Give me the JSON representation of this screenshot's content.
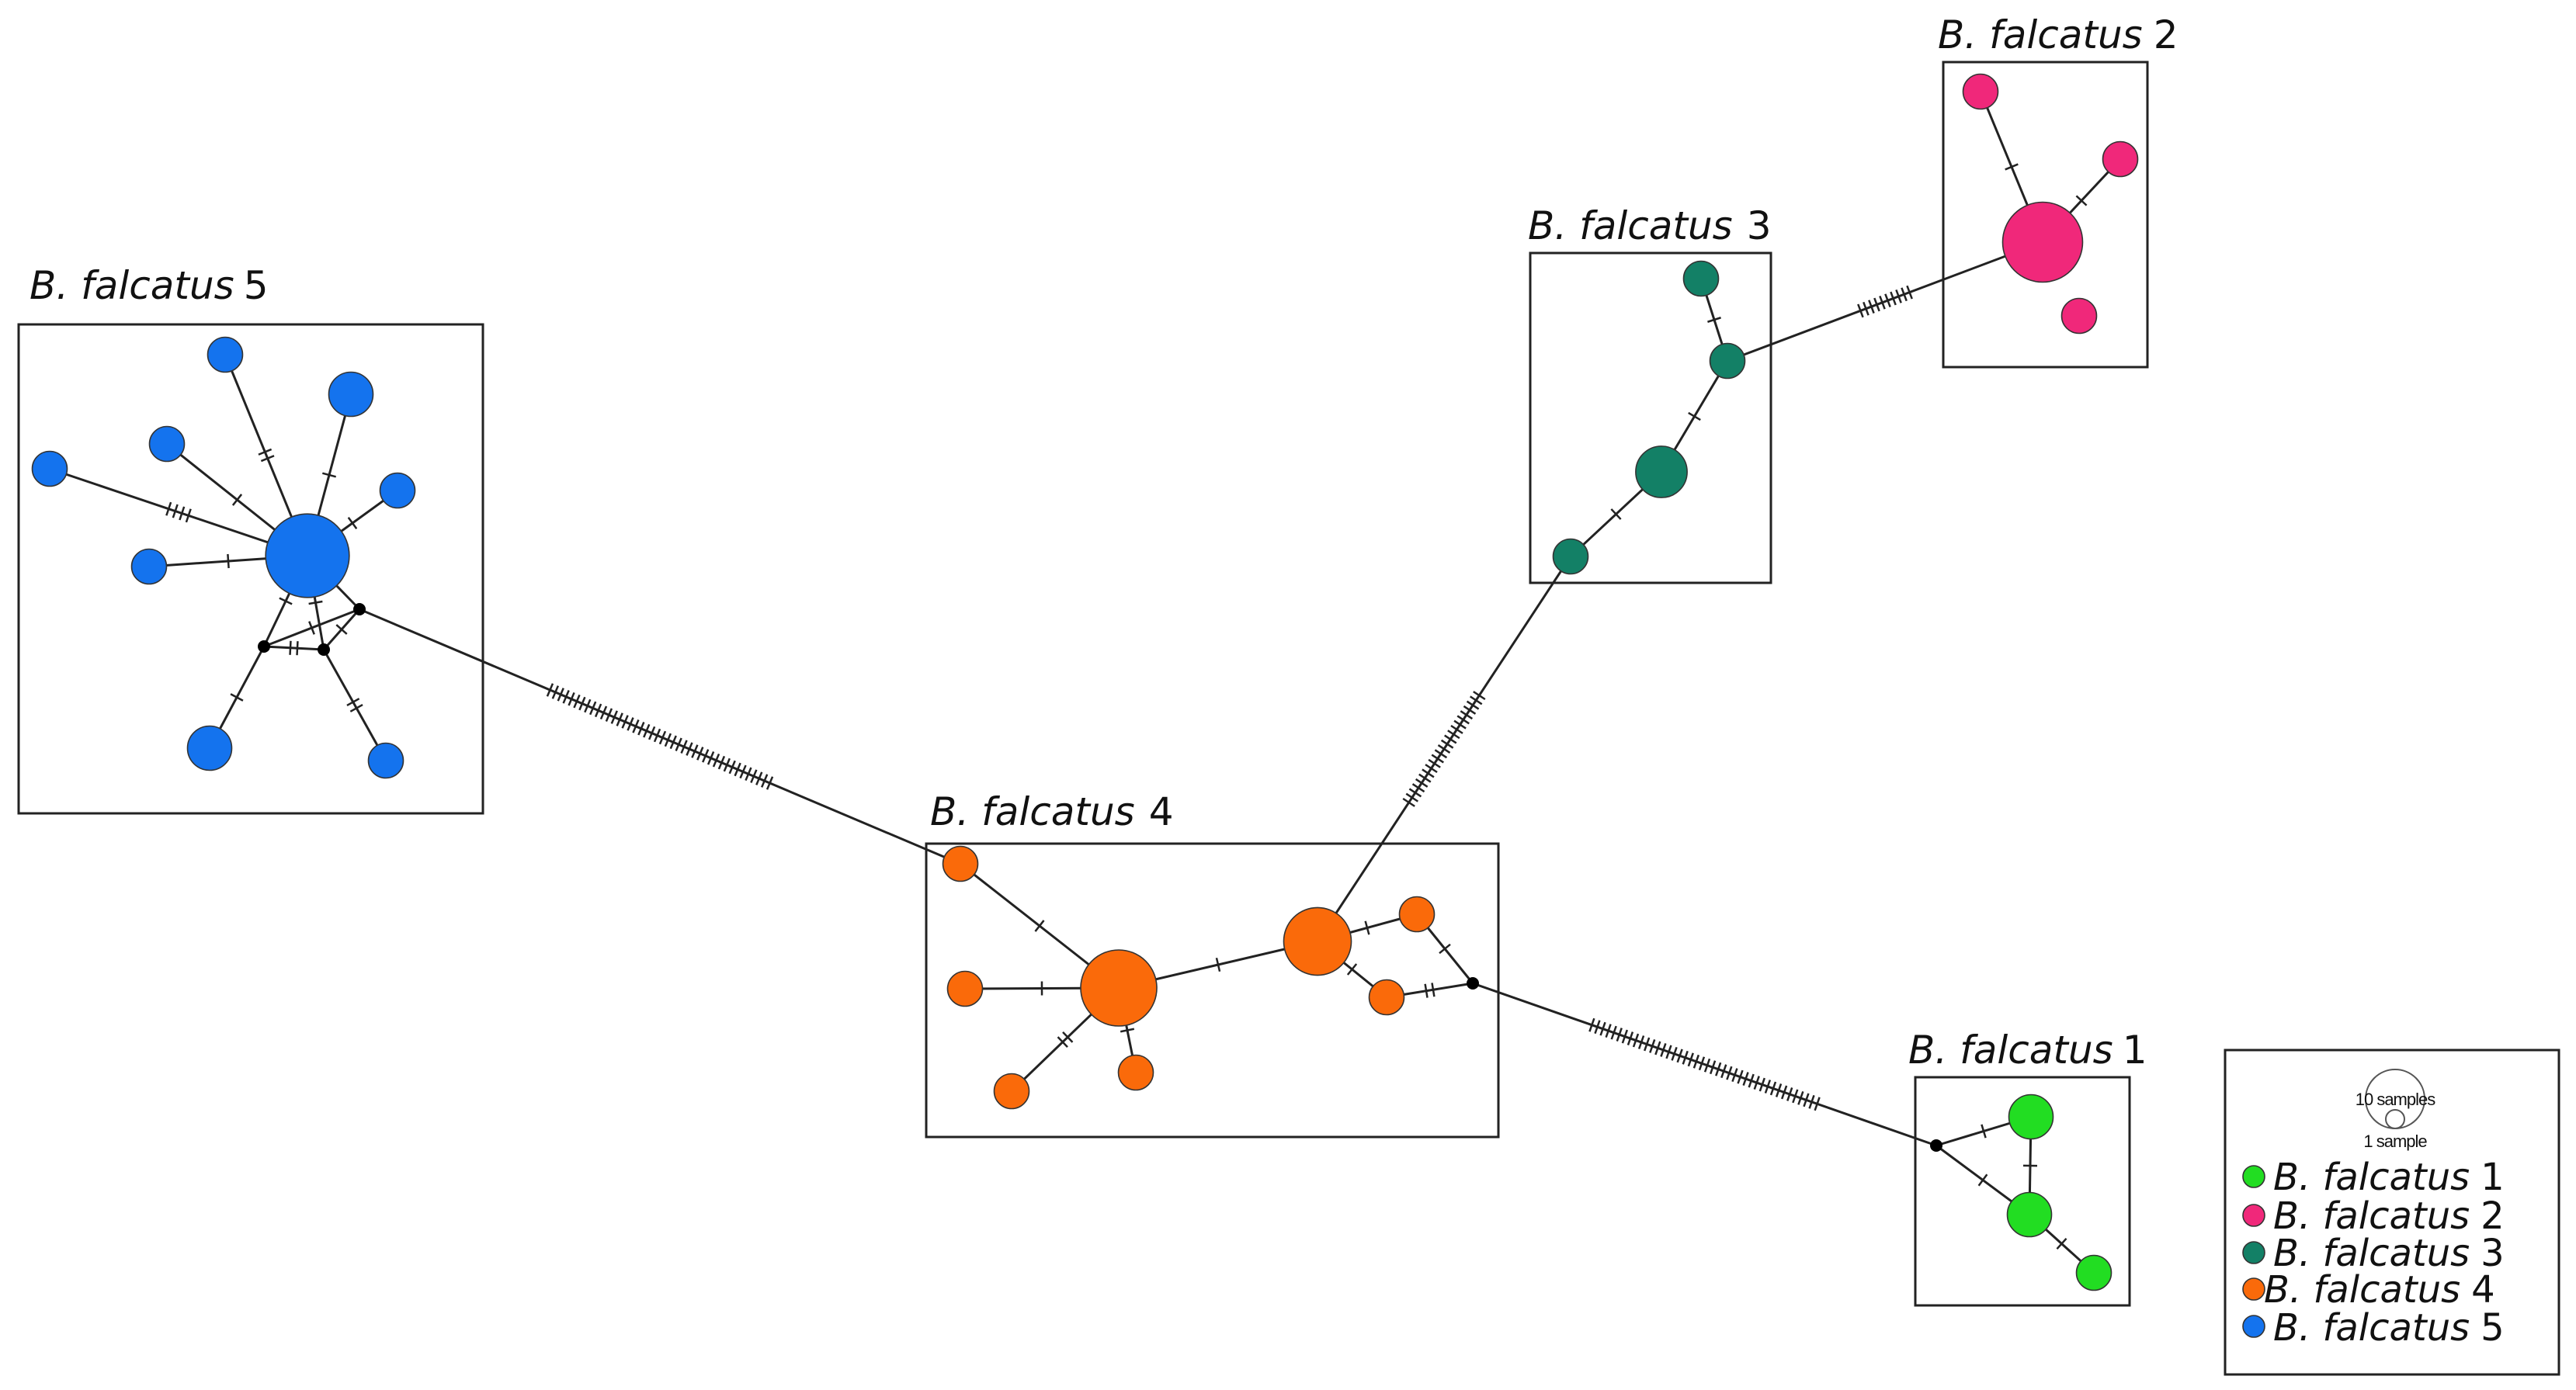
{
  "colors": {
    "g1": "#22dd22",
    "g2": "#f0287a",
    "g3": "#138066",
    "g4": "#fa6a0a",
    "g5": "#1473ee",
    "median": "#000000"
  },
  "groups": [
    {
      "id": "g1",
      "italic": "B. falcatus",
      "num": "1"
    },
    {
      "id": "g2",
      "italic": "B. falcatus",
      "num": "2"
    },
    {
      "id": "g3",
      "italic": "B. falcatus",
      "num": "3"
    },
    {
      "id": "g4",
      "italic": "B. falcatus",
      "num": "4"
    },
    {
      "id": "g5",
      "italic": "B. falcatus",
      "num": "5"
    }
  ],
  "legend": {
    "scale_large": "10 samples",
    "scale_small": "1 sample",
    "items": [
      {
        "id": "g1",
        "italic": "B. falcatus",
        "num": "1"
      },
      {
        "id": "g2",
        "italic": "B. falcatus",
        "num": "2"
      },
      {
        "id": "g3",
        "italic": "B. falcatus",
        "num": "3"
      },
      {
        "id": "g4",
        "italic": "B. falcatus",
        "num": "4"
      },
      {
        "id": "g5",
        "italic": "B. falcatus",
        "num": "5"
      }
    ]
  },
  "network": {
    "haplotypes": [
      {
        "id": "h5a",
        "group": "g5",
        "samples": 10
      },
      {
        "id": "h5b",
        "group": "g5",
        "samples": 1
      },
      {
        "id": "h5c",
        "group": "g5",
        "samples": 2
      },
      {
        "id": "h5d",
        "group": "g5",
        "samples": 1
      },
      {
        "id": "h5e",
        "group": "g5",
        "samples": 1
      },
      {
        "id": "h5f",
        "group": "g5",
        "samples": 1
      },
      {
        "id": "h5g",
        "group": "g5",
        "samples": 1
      },
      {
        "id": "h5h",
        "group": "g5",
        "samples": 2
      },
      {
        "id": "h5i",
        "group": "g5",
        "samples": 1
      },
      {
        "id": "h4a",
        "group": "g4",
        "samples": 8
      },
      {
        "id": "h4b",
        "group": "g4",
        "samples": 6
      },
      {
        "id": "h4c",
        "group": "g4",
        "samples": 1
      },
      {
        "id": "h4d",
        "group": "g4",
        "samples": 1
      },
      {
        "id": "h4e",
        "group": "g4",
        "samples": 1
      },
      {
        "id": "h4f",
        "group": "g4",
        "samples": 1
      },
      {
        "id": "h4g",
        "group": "g4",
        "samples": 1
      },
      {
        "id": "h4h",
        "group": "g4",
        "samples": 1
      },
      {
        "id": "h3a",
        "group": "g3",
        "samples": 3
      },
      {
        "id": "h3b",
        "group": "g3",
        "samples": 1
      },
      {
        "id": "h3c",
        "group": "g3",
        "samples": 1
      },
      {
        "id": "h3d",
        "group": "g3",
        "samples": 1
      },
      {
        "id": "h2a",
        "group": "g2",
        "samples": 9
      },
      {
        "id": "h2b",
        "group": "g2",
        "samples": 1
      },
      {
        "id": "h2c",
        "group": "g2",
        "samples": 1
      },
      {
        "id": "h2d",
        "group": "g2",
        "samples": 1
      },
      {
        "id": "h1a",
        "group": "g1",
        "samples": 2
      },
      {
        "id": "h1b",
        "group": "g1",
        "samples": 2
      },
      {
        "id": "h1c",
        "group": "g1",
        "samples": 1
      }
    ],
    "median_vectors": [
      "m5a",
      "m5b",
      "m5c",
      "m4a",
      "m1a"
    ],
    "edges": [
      {
        "from": "h5a",
        "to": "h5b",
        "mutations": 2
      },
      {
        "from": "h5a",
        "to": "h5c",
        "mutations": 1
      },
      {
        "from": "h5a",
        "to": "h5d",
        "mutations": 1
      },
      {
        "from": "h5a",
        "to": "h5e",
        "mutations": 1
      },
      {
        "from": "h5a",
        "to": "h5f",
        "mutations": 4
      },
      {
        "from": "h5a",
        "to": "h5g",
        "mutations": 1
      },
      {
        "from": "h5a",
        "to": "m5a",
        "mutations": 1
      },
      {
        "from": "h5a",
        "to": "m5b",
        "mutations": 1
      },
      {
        "from": "h5a",
        "to": "m5c",
        "mutations": 1
      },
      {
        "from": "m5a",
        "to": "m5b",
        "mutations": 2
      },
      {
        "from": "m5a",
        "to": "m5c",
        "mutations": 1
      },
      {
        "from": "m5b",
        "to": "m5c",
        "mutations": 1
      },
      {
        "from": "m5a",
        "to": "h5h",
        "mutations": 1
      },
      {
        "from": "m5b",
        "to": "h5i",
        "mutations": 2
      },
      {
        "from": "m5c",
        "to": "h4c",
        "mutations": 42
      },
      {
        "from": "h4c",
        "to": "h4a",
        "mutations": 1
      },
      {
        "from": "h4a",
        "to": "h4d",
        "mutations": 1
      },
      {
        "from": "h4a",
        "to": "h4e",
        "mutations": 2
      },
      {
        "from": "h4a",
        "to": "h4f",
        "mutations": 1
      },
      {
        "from": "h4a",
        "to": "h4b",
        "mutations": 1
      },
      {
        "from": "h4b",
        "to": "h4g",
        "mutations": 1
      },
      {
        "from": "h4b",
        "to": "h4h",
        "mutations": 1
      },
      {
        "from": "h4g",
        "to": "m4a",
        "mutations": 1
      },
      {
        "from": "h4h",
        "to": "m4a",
        "mutations": 2
      },
      {
        "from": "h4b",
        "to": "h3d",
        "mutations": 23
      },
      {
        "from": "h3d",
        "to": "h3a",
        "mutations": 1
      },
      {
        "from": "h3a",
        "to": "h3c",
        "mutations": 1
      },
      {
        "from": "h3c",
        "to": "h3b",
        "mutations": 1
      },
      {
        "from": "h3c",
        "to": "h2a",
        "mutations": 10
      },
      {
        "from": "h2a",
        "to": "h2b",
        "mutations": 1
      },
      {
        "from": "h2a",
        "to": "h2c",
        "mutations": 1
      },
      {
        "from": "m4a",
        "to": "m1a",
        "mutations": 42
      },
      {
        "from": "m1a",
        "to": "h1a",
        "mutations": 1
      },
      {
        "from": "m1a",
        "to": "h1b",
        "mutations": 1
      },
      {
        "from": "h1a",
        "to": "h1b",
        "mutations": 1
      },
      {
        "from": "h1b",
        "to": "h1c",
        "mutations": 1
      }
    ]
  }
}
